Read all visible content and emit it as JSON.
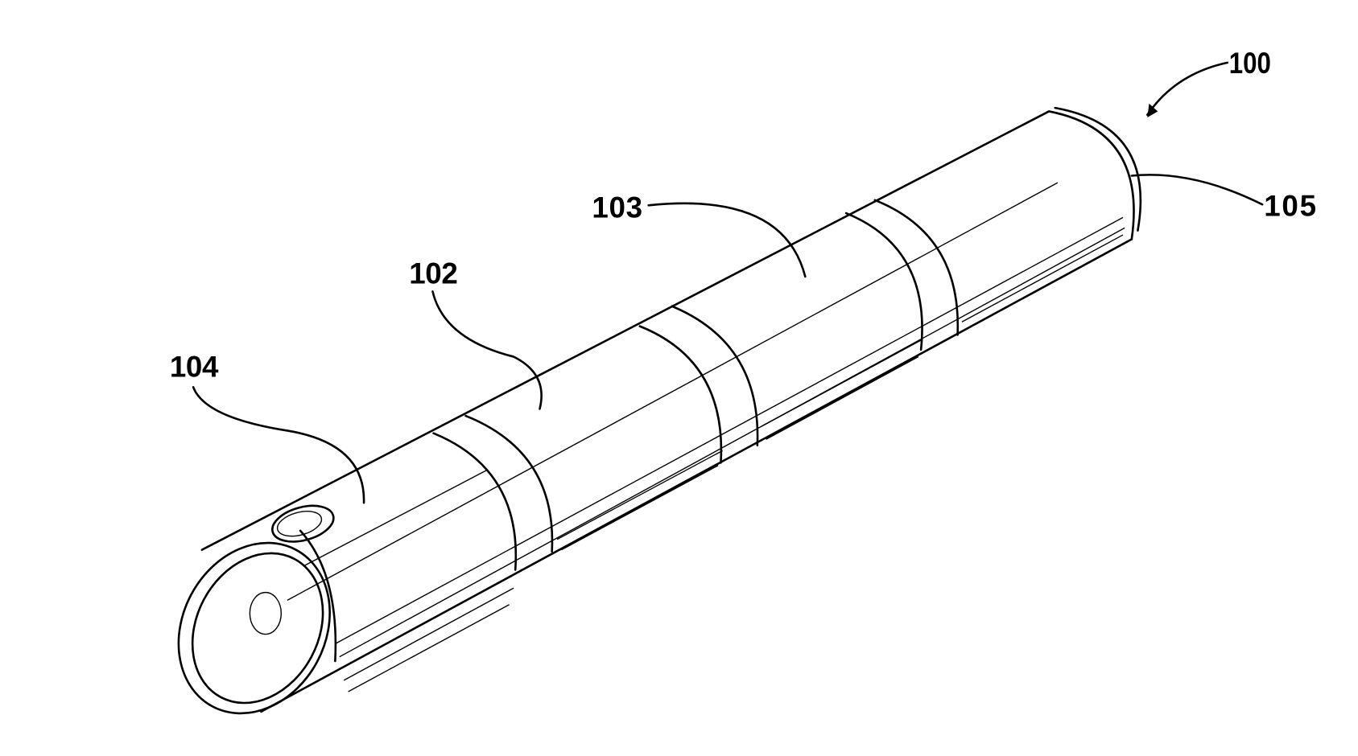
{
  "figure": {
    "labels": [
      {
        "id": "device",
        "text": "100"
      },
      {
        "id": "end-cap",
        "text": "105"
      },
      {
        "id": "section-103",
        "text": "103"
      },
      {
        "id": "section-102",
        "text": "102"
      },
      {
        "id": "section-104",
        "text": "104"
      }
    ]
  }
}
